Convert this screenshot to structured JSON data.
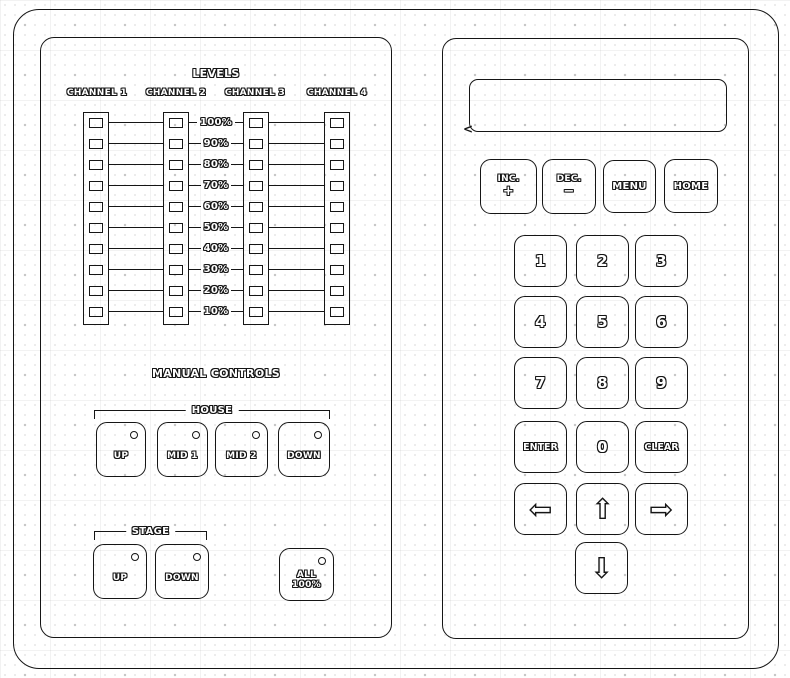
{
  "panel_left": {
    "levels_title": "LEVELS",
    "channel_labels": [
      "CHANNEL 1",
      "CHANNEL 2",
      "CHANNEL 3",
      "CHANNEL 4"
    ],
    "percent_labels": [
      "100%",
      "90%",
      "80%",
      "70%",
      "60%",
      "50%",
      "40%",
      "30%",
      "20%",
      "10%"
    ],
    "manual_controls_title": "MANUAL CONTROLS",
    "house_group_label": "HOUSE",
    "house_buttons": [
      "UP",
      "MID 1",
      "MID 2",
      "DOWN"
    ],
    "stage_group_label": "STAGE",
    "stage_buttons": [
      "UP",
      "DOWN"
    ],
    "all_100_button": [
      "ALL",
      "100%"
    ]
  },
  "panel_right": {
    "display_cursor": "<",
    "inc_button": [
      "INC.",
      "+"
    ],
    "dec_button": [
      "DEC.",
      "−"
    ],
    "menu_button": "MENU",
    "home_button": "HOME",
    "digit_buttons": [
      "1",
      "2",
      "3",
      "4",
      "5",
      "6",
      "7",
      "8",
      "9"
    ],
    "enter_button": "ENTER",
    "zero_button": "0",
    "clear_button": "CLEAR",
    "arrow_left_icon": "⇦",
    "arrow_up_icon": "⇧",
    "arrow_right_icon": "⇨",
    "arrow_down_icon": "⇩"
  },
  "colors": {
    "line": "#151515",
    "background": "#ffffff"
  }
}
